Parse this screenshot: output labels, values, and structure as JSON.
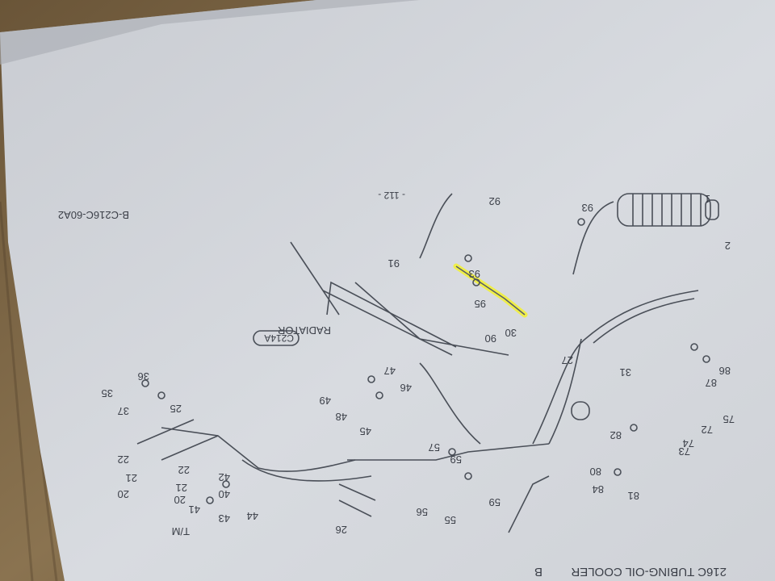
{
  "photo": {
    "colors": {
      "wood": "#7a6446",
      "wood_dark": "#4e3c28",
      "paper": "#d4d7dc",
      "paper_shadow": "#b9bcc2",
      "ink": "#4a4f58",
      "highlight": "#f2ef3a"
    },
    "rotation_note": "page photographed upside-down",
    "doc": {
      "header": "216C  TUBING-OIL COOLER",
      "header_suffix": "B",
      "drawing_code": "B-C216C-60A2",
      "page_number": "- 112 -",
      "labels": {
        "radiator": "RADIATOR",
        "c214a": "C214A",
        "tm": "T/M"
      },
      "parts": [
        "1",
        "2",
        "20",
        "20",
        "21",
        "21",
        "22",
        "22",
        "25",
        "26",
        "27",
        "30",
        "31",
        "35",
        "36",
        "37",
        "40",
        "41",
        "42",
        "43",
        "44",
        "45",
        "46",
        "47",
        "48",
        "49",
        "55",
        "56",
        "57",
        "59",
        "59",
        "72",
        "73",
        "74",
        "75",
        "80",
        "81",
        "82",
        "84",
        "86",
        "87",
        "90",
        "91",
        "92",
        "93",
        "93",
        "95"
      ]
    }
  }
}
